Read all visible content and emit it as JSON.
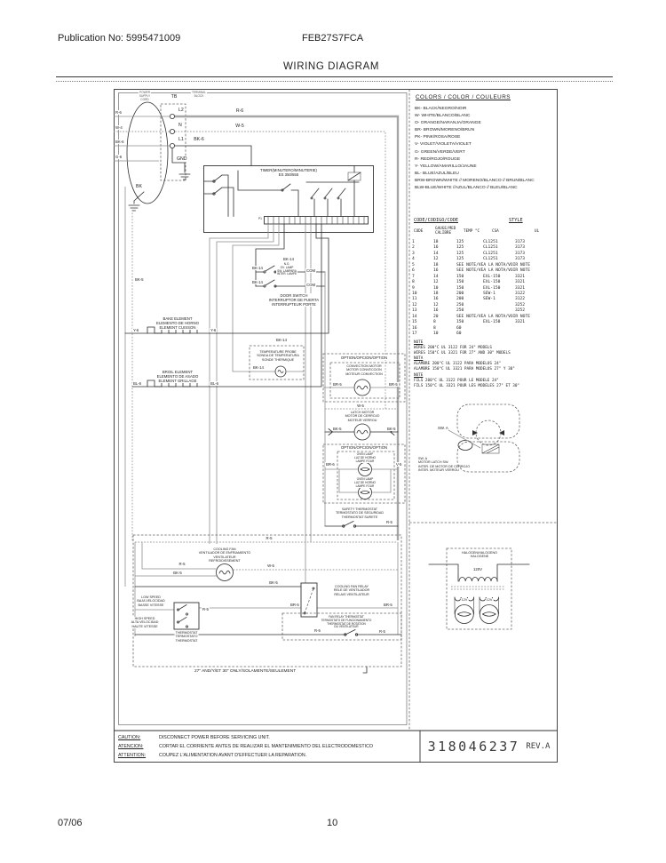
{
  "header": {
    "publication": "Publication No: 5995471009",
    "model": "FEB27S7FCA",
    "title": "WIRING DIAGRAM"
  },
  "footer": {
    "date": "07/06",
    "page": "10"
  },
  "caution": {
    "rows": [
      {
        "label": "CAUTION:",
        "text": "DISCONNECT POWER BEFORE SERVICING UNIT."
      },
      {
        "label": "ATENCION:",
        "text": "CORTAR EL CORRIENTE ANTES DE REALIZAR EL MANTENIMIENTO DEL ELECTRODOMESTICO"
      },
      {
        "label": "ATTENTION:",
        "text": "COUPEZ L'ALIMENTATION AVANT D'EFFECTUER LA REPARATION."
      }
    ],
    "part_number": "318046237",
    "revision": "REV.A"
  },
  "colors_legend": {
    "title": "COLORS / COLOR / COULEURS",
    "items": [
      "BK- BLACK/NEGRO/NOIR",
      "W- WHITE/BLANCO/BLANC",
      "O- ORANGE/NARANJA/ORANGE",
      "BR- BROWN/MORENO/BRUN",
      "PK- PINK/ROSA/ROSE",
      "V- VIOLET/VIOLETA/VIOLET",
      "G- GREEN/VERDE/VERT",
      "R- RED/ROJO/ROUGE",
      "Y- YELLOW/AMARILLO/JAUNE",
      "BL- BLUE/AZUL/BLEU",
      "BRW-BROWN/WHITE // MORENO/BLANCO // BRUN/BLANC",
      "BLW-BLUE/WHITE //AZUL/BLANCO // BLEU/BLANC"
    ]
  },
  "code_table": {
    "title_left": "CODE/CODIGO/CODE",
    "title_right": "STYLE",
    "col_headers": {
      "c0": "CODE",
      "c1": "GAUGE/MED\nCALIBRE",
      "c2": "TEMP °C",
      "c3": "CSA",
      "c4": "UL"
    },
    "rows": [
      [
        "1",
        "18",
        "125",
        "CL1251",
        "3173"
      ],
      [
        "2",
        "16",
        "125",
        "CL1251",
        "3173"
      ],
      [
        "3",
        "14",
        "125",
        "CL1251",
        "3173"
      ],
      [
        "4",
        "12",
        "125",
        "CL1251",
        "3173"
      ],
      [
        "5",
        "18",
        "SEE NOTE/VEA LA NOTA/VOIR NOTE",
        "",
        ""
      ],
      [
        "6",
        "16",
        "SEE NOTE/VEA LA NOTA/VOIR NOTE",
        "",
        ""
      ],
      [
        "7",
        "14",
        "150",
        "EXL-150",
        "3321"
      ],
      [
        "8",
        "12",
        "150",
        "EXL-150",
        "3321"
      ],
      [
        "9",
        "10",
        "150",
        "EXL-150",
        "3321"
      ],
      [
        "10",
        "18",
        "200",
        "SEW-1",
        "3122"
      ],
      [
        "11",
        "16",
        "200",
        "SEW-1",
        "3122"
      ],
      [
        "12",
        "12",
        "250",
        "",
        "3252"
      ],
      [
        "13",
        "16",
        "250",
        "",
        "3252"
      ],
      [
        "14",
        "20",
        "SEE NOTE/VEA LA NOTA/VOIR NOTE",
        "",
        ""
      ],
      [
        "15",
        "8",
        "150",
        "EXL-150",
        "3321"
      ],
      [
        "16",
        "8",
        "60",
        "",
        ""
      ],
      [
        "17",
        "10",
        "60",
        "",
        ""
      ]
    ]
  },
  "notes": {
    "lines": [
      "NOTE",
      "WIRES 200°C UL 3122 FOR 24\" MODELS",
      "WIRES 150°C UL 3321 FOR 27\" AND 30\" MODELS",
      "NOTA",
      "ALAMBRE 200°C UL 3122 PARA MODELOS 24\"",
      "ALAMBRE 150°C UL 3321 PARA MODELOS 27\" Y 30\"",
      "NOTE",
      "FILS 200°C UL 3122 POUR LE MODELE 24\"",
      "FILS 150°C UL 3321 POUR LES MODELES 27\" ET 30\""
    ]
  },
  "latch_inset": {
    "pointer_label": "SW. A",
    "caption": "SW. A\nMOTOR LATCH SW.\nINTER. DE MOTOR DE CERROJO\nINTER. MOTEUR VERROU"
  },
  "halogen": {
    "title": "HALOGEN/HALOGENO\nHALOGENE",
    "primary": "120V",
    "lamp1": "12V",
    "lamp2": "12V"
  },
  "diagram": {
    "tb": "TB",
    "l2": "L2",
    "n": "N",
    "l1": "L1",
    "gnd": "GND",
    "bk": "BK",
    "cord_note_left": "POWER\nSUPPLY\nCORD",
    "cord_note_right": "TERMINAL\nBLOCK",
    "r6_edge": "R-6",
    "w4_edge": "W-4",
    "bk6_edge": "BK-6",
    "g6_edge": "G-6",
    "r6_top": "R-6",
    "w5_top": "W-5",
    "bk6_top": "BK-6",
    "timer_title": "TIMER(MINUTERO/MINUTERIE)\nES 350/555",
    "p1": "P1",
    "bk5_left": "BK-5",
    "bk14": "BK-14",
    "oven_lamp_sw": "N.O.\nOV. LAMP\nSW. LAMPARA\nINTER. LAMPE",
    "com": "COM",
    "door_switch": "DOOR SWITCH\nINTERRUPTOR DE PUERTA\nINTERRUPTEUR PORTE",
    "temp_probe": "TEMPERATURE PROBE\nSONDA DE TEMPERATURA\nSONDE THERMIQUE",
    "bake": "BAKE ELEMENT\nELEMENTO DE HORNO\nELEMENT CUISSON",
    "y6": "Y-6",
    "broil": "BROIL ELEMENT\nELEMENTO DE ASADO\nELEMENT GRILLAGE",
    "bl6": "BL-6",
    "option": "OPTION/OPCION/OPTION",
    "convection": "CONVECTION MOTOR\nMOTOR CONVECCION\nMOTEUR CONVECTION",
    "br5": "BR-5",
    "w5": "W-5",
    "bk5": "BK-5",
    "latch_motor": "LATCH MOTOR\nMOTOR DE CERROJO\nMOTEUR VERROU",
    "oven_lamp": "OVEN LAMP\nLUZ DE HORNO\nLAMPE FOUR",
    "br6": "BR-6",
    "v5": "V-5",
    "safety_thermostat": "SAFETY THERMOSTAT\nTERMOSTATO DE SEGURIDAD\nTHERMOSTAT SURETE",
    "r5": "R-5",
    "cooling_fan": "COOLING FAN\nVENTILADOR DE ENFRIAMIENTO\nVENTILATEUR\nREFROIDISSEMENT",
    "low_speed": "LOW SPEED\nBAJA VELOCIDAD\nBASSE VITESSE",
    "high_speed": "HIGH SPEED\nALTA VELOCIDAD\nHAUTE VITESSE",
    "thermostat": "THERMOSTAT\nTERMOSTATO\nTHERMOSTAT",
    "cooling_relay": "COOLING FAN RELAY\nRELE DE VENTILADOR\nRELAIS VENTILATEUR",
    "fan_relay_thermostat": "FAN RELAY THERMOSTAT\nTERMOSTATO DE FUNCIONAMIENTO\nTHERMOSTAT DE ROTATION\nDU VENTILATEUR",
    "size_note": "27\" AND/Y/ET 30\" ONLY/SOLAMENTE/SEULEMENT"
  }
}
